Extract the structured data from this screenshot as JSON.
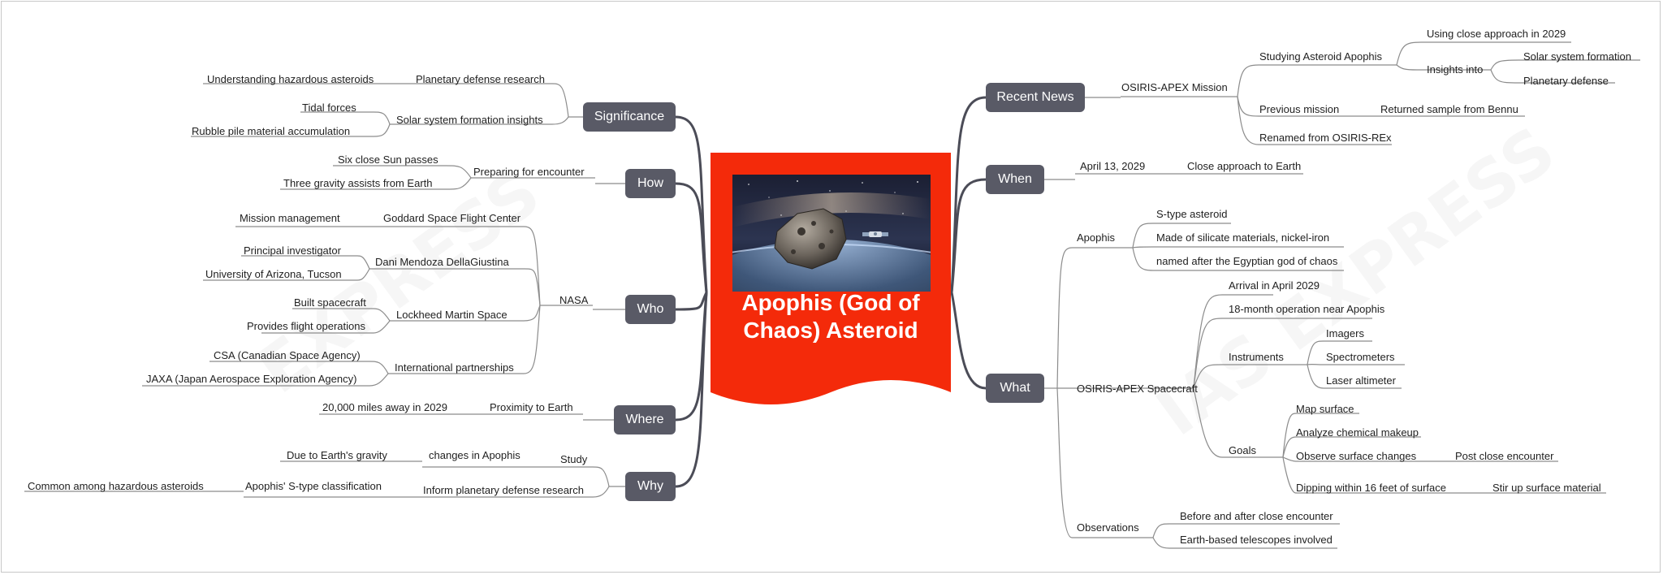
{
  "central": {
    "title_line1": "Apophis (God of",
    "title_line2": "Chaos) Asteroid"
  },
  "colors": {
    "central_background": "#f42a0a",
    "branch_background": "#595a66",
    "branch_text": "#ffffff",
    "connector": "#4b4c57"
  },
  "branches": {
    "recent_news": "Recent News",
    "when": "When",
    "what": "What",
    "significance": "Significance",
    "how": "How",
    "who": "Who",
    "where": "Where",
    "why": "Why"
  },
  "recent_news": {
    "osiris_apex_mission": "OSIRIS-APEX Mission",
    "studying_apophis": "Studying Asteroid Apophis",
    "using_close_approach": "Using close approach in 2029",
    "insights_into": "Insights into",
    "solar_system_formation": "Solar system formation",
    "planetary_defense": "Planetary defense",
    "previous_mission": "Previous mission",
    "returned_sample": "Returned sample from Bennu",
    "renamed": "Renamed from OSIRIS-REx"
  },
  "when": {
    "date": "April 13, 2029",
    "close_approach": "Close approach to Earth"
  },
  "what": {
    "apophis": "Apophis",
    "s_type": "S-type asteroid",
    "materials": "Made of silicate materials, nickel-iron",
    "named_after": "named after the Egyptian god of chaos",
    "spacecraft": "OSIRIS-APEX Spacecraft",
    "arrival": "Arrival in April 2029",
    "operation": "18-month operation near Apophis",
    "instruments": "Instruments",
    "imagers": "Imagers",
    "spectrometers": "Spectrometers",
    "laser_altimeter": "Laser altimeter",
    "goals": "Goals",
    "map_surface": "Map surface",
    "analyze_chemical": "Analyze chemical makeup",
    "observe_surface": "Observe surface changes",
    "post_close": "Post close encounter",
    "dipping": "Dipping within 16 feet of surface",
    "stir_up": "Stir up surface material",
    "observations": "Observations",
    "before_after": "Before and after close encounter",
    "earth_telescopes": "Earth-based telescopes involved"
  },
  "significance": {
    "planetary_defense_research": "Planetary defense research",
    "understanding_hazardous": "Understanding hazardous asteroids",
    "solar_system_insights": "Solar system formation insights",
    "tidal_forces": "Tidal forces",
    "rubble_pile": "Rubble pile material accumulation"
  },
  "how": {
    "preparing": "Preparing for encounter",
    "six_passes": "Six close Sun passes",
    "three_gravity": "Three gravity assists from Earth"
  },
  "who": {
    "nasa": "NASA",
    "goddard": "Goddard Space Flight Center",
    "mission_management": "Mission management",
    "dani": "Dani Mendoza DellaGiustina",
    "principal_investigator": "Principal investigator",
    "university_arizona": "University of Arizona, Tucson",
    "lockheed": "Lockheed Martin Space",
    "built_spacecraft": "Built spacecraft",
    "flight_operations": "Provides flight operations",
    "international": "International partnerships",
    "csa": "CSA (Canadian Space Agency)",
    "jaxa": "JAXA (Japan Aerospace Exploration Agency)"
  },
  "where": {
    "proximity": "Proximity to Earth",
    "miles_away": "20,000 miles away in 2029"
  },
  "why": {
    "study": "Study",
    "changes": "changes in Apophis",
    "earth_gravity": "Due to Earth's gravity",
    "inform": "Inform planetary defense research",
    "s_type_classification": "Apophis' S-type classification",
    "common_hazardous": "Common among hazardous asteroids"
  }
}
